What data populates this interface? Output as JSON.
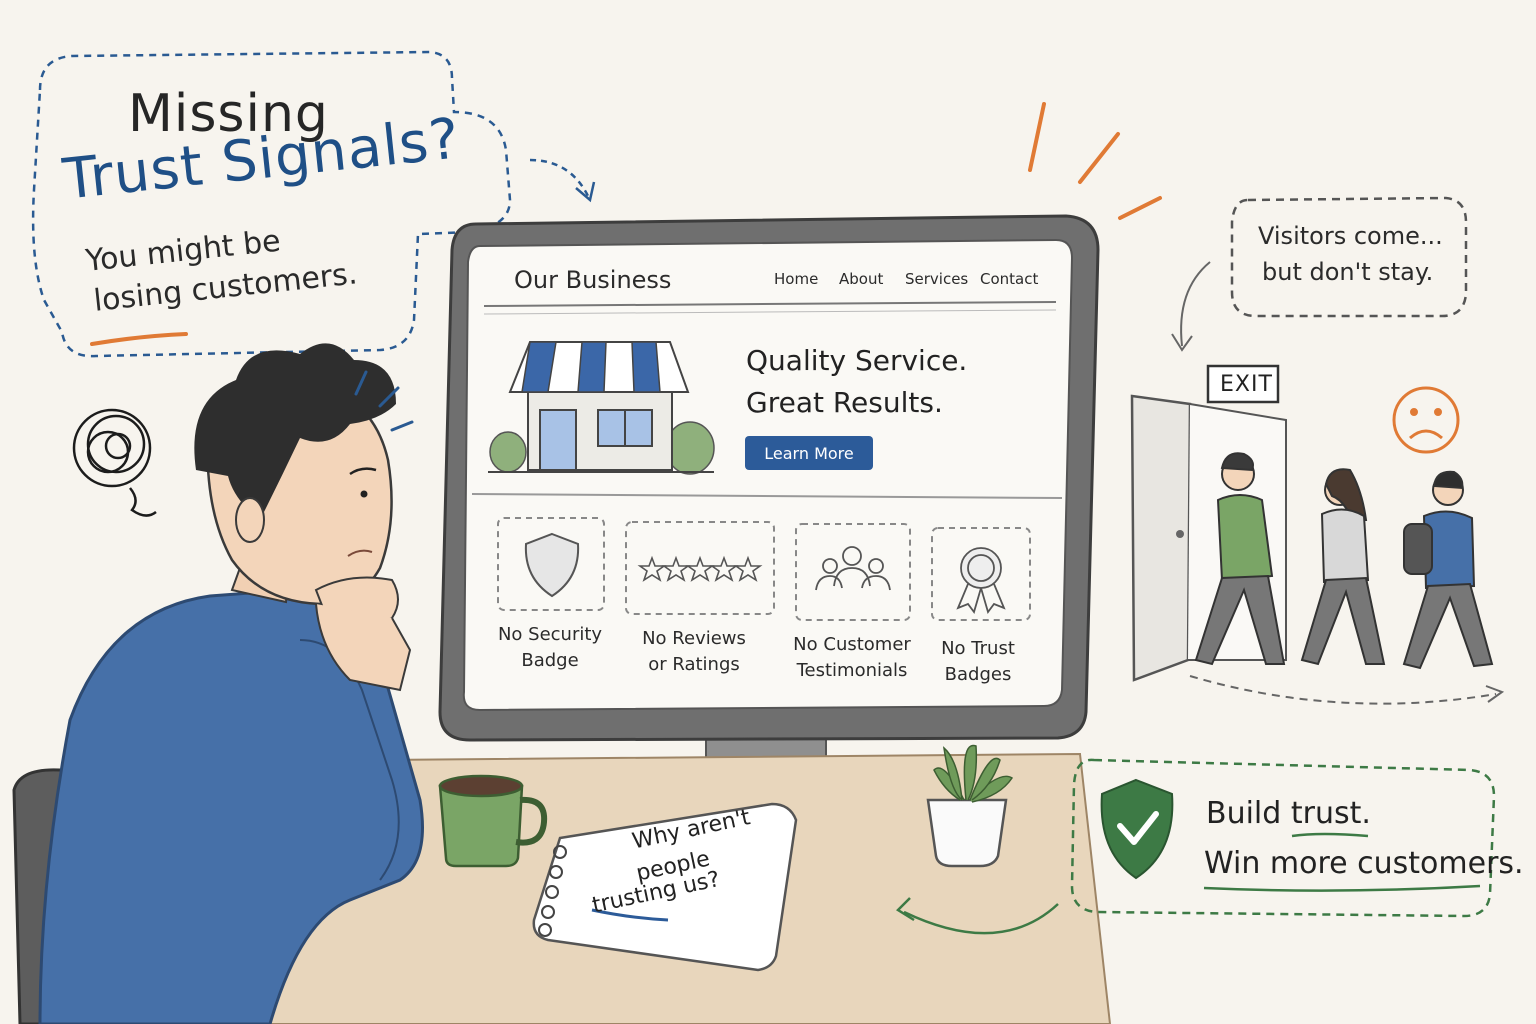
{
  "bubble": {
    "title_line1": "Missing",
    "title_line2": "Trust Signals?",
    "subtitle_line1": "You might be",
    "subtitle_line2": "losing customers."
  },
  "website": {
    "brand": "Our Business",
    "nav": [
      "Home",
      "About",
      "Services",
      "Contact"
    ],
    "hero_line1": "Quality Service.",
    "hero_line2": "Great Results.",
    "cta_label": "Learn More",
    "trust_items": [
      {
        "line1": "No Security",
        "line2": "Badge",
        "icon": "shield-icon"
      },
      {
        "line1": "No Reviews",
        "line2": "or Ratings",
        "icon": "stars-icon"
      },
      {
        "line1": "No Customer",
        "line2": "Testimonials",
        "icon": "people-icon"
      },
      {
        "line1": "No Trust",
        "line2": "Badges",
        "icon": "award-ribbon-icon"
      }
    ]
  },
  "visitors": {
    "line1": "Visitors come...",
    "line2": "but don't stay.",
    "exit_sign": "EXIT"
  },
  "notebook": {
    "line1": "Why aren't",
    "line2": "people",
    "line3": "trusting us?"
  },
  "cta_box": {
    "line1": "Build trust.",
    "line2": "Win more customers."
  },
  "colors": {
    "background": "#f7f4ee",
    "brand_blue": "#1f4f86",
    "button_blue": "#2c5b99",
    "accent_orange": "#e07a35",
    "trust_green": "#3d7a45",
    "monitor_gray": "#7a7a7a",
    "shirt_blue": "#4670a8"
  }
}
